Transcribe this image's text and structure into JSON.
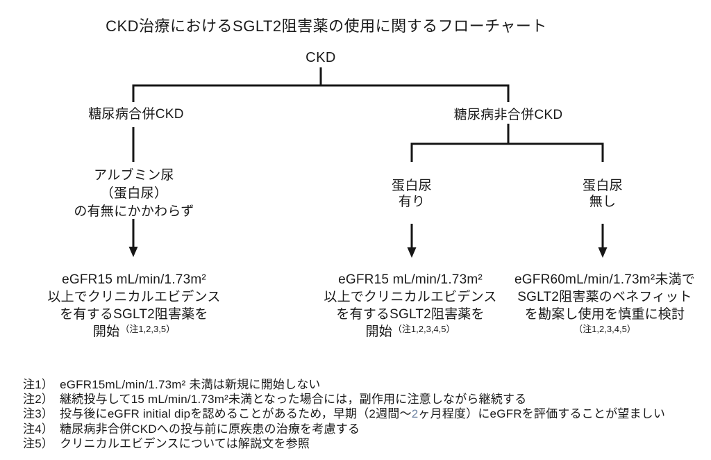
{
  "title": "CKD治療におけるSGLT2阻害薬の使用に関するフローチャート",
  "flow": {
    "root": "CKD",
    "branches": [
      {
        "label": "糖尿病合併CKD",
        "condition": [
          "アルブミン尿",
          "（蛋白尿）",
          "の有無にかかわらず"
        ]
      },
      {
        "label": "糖尿病非合併CKD",
        "children": [
          {
            "condition": [
              "蛋白尿",
              "有り"
            ]
          },
          {
            "condition": [
              "蛋白尿",
              "無し"
            ]
          }
        ]
      }
    ],
    "outcomes": [
      {
        "lines": [
          "eGFR15 mL/min/1.73m²",
          "以上でクリニカルエビデンス",
          "を有するSGLT2阻害薬を"
        ],
        "action": "開始",
        "note_ref": "（注1,2,3,5）"
      },
      {
        "lines": [
          "eGFR15 mL/min/1.73m²",
          "以上でクリニカルエビデンス",
          "を有するSGLT2阻害薬を"
        ],
        "action": "開始",
        "note_ref": "（注1,2,3,4,5）"
      },
      {
        "lines": [
          "eGFR60mL/min/1.73m²未満で",
          "SGLT2阻害薬のベネフィット",
          "を勘案し使用を慎重に検討"
        ],
        "note_ref": "（注1,2,3,4,5）"
      }
    ]
  },
  "footnotes": [
    {
      "label": "注1）",
      "text": "eGFR15mL/min/1.73m² 未満は新規に開始しない"
    },
    {
      "label": "注2）",
      "text": "継続投与して15 mL/min/1.73m²未満となった場合には，副作用に注意しながら継続する"
    },
    {
      "label": "注3）",
      "pre": "投与後にeGFR initial dipを認めることがあるため，早期（2週間〜",
      "highlight": "2",
      "post": "ヶ月程度）にeGFRを評価することが望ましい"
    },
    {
      "label": "注4）",
      "text": "糖尿病非合併CKDへの投与前に原疾患の治療を考慮する"
    },
    {
      "label": "注5）",
      "text": "クリニカルエビデンスについては解説文を参照"
    }
  ],
  "colors": {
    "ink": "#1a1a1a",
    "line": "#161616",
    "note3_digit": "#6e84a3",
    "background": "#ffffff"
  }
}
